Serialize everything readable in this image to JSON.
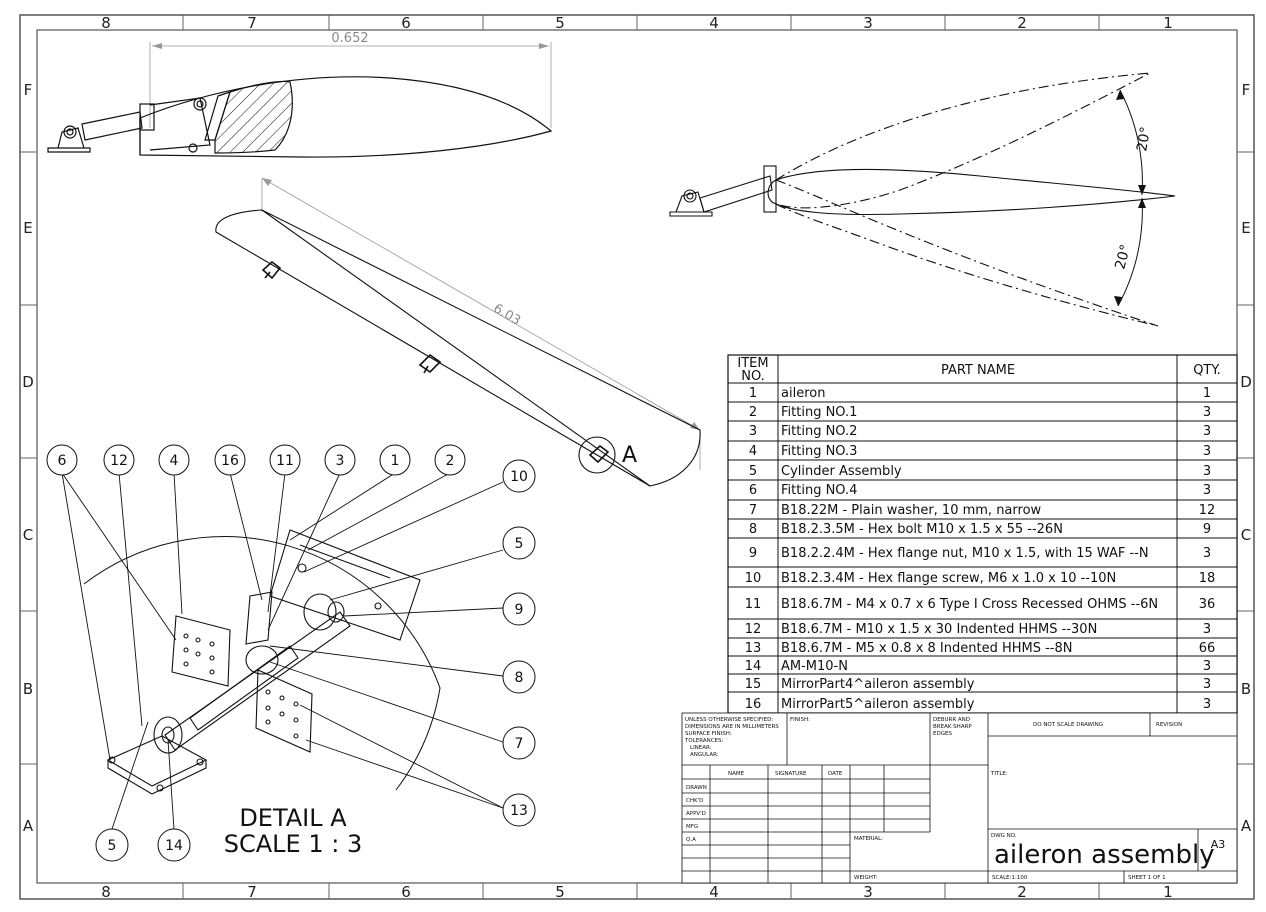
{
  "zones": {
    "columns": [
      "8",
      "7",
      "6",
      "5",
      "4",
      "3",
      "2",
      "1"
    ],
    "rows": [
      "F",
      "E",
      "D",
      "C",
      "B",
      "A"
    ]
  },
  "dimensions": {
    "chord": "0.652",
    "span": "6.03",
    "deflection_up": "20°",
    "deflection_down": "20°"
  },
  "detail": {
    "callout": "A",
    "title": "DETAIL A",
    "scale": "SCALE 1 : 3"
  },
  "balloons": [
    "6",
    "12",
    "4",
    "16",
    "11",
    "3",
    "1",
    "2",
    "10",
    "5",
    "9",
    "8",
    "7",
    "13",
    "5",
    "14"
  ],
  "bom": {
    "headers": {
      "item_line1": "ITEM",
      "item_line2": "NO.",
      "part": "PART NAME",
      "qty": "QTY."
    },
    "rows": [
      {
        "no": "1",
        "name": "aileron",
        "qty": "1"
      },
      {
        "no": "2",
        "name": "Fitting NO.1",
        "qty": "3"
      },
      {
        "no": "3",
        "name": "Fitting NO.2",
        "qty": "3"
      },
      {
        "no": "4",
        "name": "Fitting NO.3",
        "qty": "3"
      },
      {
        "no": "5",
        "name": "Cylinder Assembly",
        "qty": "3"
      },
      {
        "no": "6",
        "name": "Fitting NO.4",
        "qty": "3"
      },
      {
        "no": "7",
        "name": "B18.22M - Plain washer, 10 mm, narrow",
        "qty": "12"
      },
      {
        "no": "8",
        "name": "B18.2.3.5M - Hex bolt M10 x 1.5 x 55 --26N",
        "qty": "9"
      },
      {
        "no": "9",
        "name": "B18.2.2.4M - Hex flange nut, M10 x 1.5, with 15 WAF --N",
        "qty": "3"
      },
      {
        "no": "10",
        "name": "B18.2.3.4M - Hex flange screw, M6 x 1.0 x 10 --10N",
        "qty": "18"
      },
      {
        "no": "11",
        "name": "B18.6.7M - M4 x 0.7 x 6 Type I Cross Recessed OHMS --6N",
        "qty": "36"
      },
      {
        "no": "12",
        "name": "B18.6.7M - M10 x 1.5 x 30 Indented HHMS --30N",
        "qty": "3"
      },
      {
        "no": "13",
        "name": "B18.6.7M - M5 x 0.8 x 8 Indented HHMS --8N",
        "qty": "66"
      },
      {
        "no": "14",
        "name": "AM-M10-N",
        "qty": "3"
      },
      {
        "no": "15",
        "name": "MirrorPart4^aileron assembly",
        "qty": "3"
      },
      {
        "no": "16",
        "name": "MirrorPart5^aileron assembly",
        "qty": "3"
      }
    ]
  },
  "title_block": {
    "unless_lines": [
      "UNLESS OTHERWISE SPECIFIED:",
      "DIMENSIONS ARE IN MILLIMETERS",
      "SURFACE FINISH:",
      "TOLERANCES:",
      "LINEAR:",
      "ANGULAR:"
    ],
    "finish": "FINISH:",
    "deburr_lines": [
      "DEBURR AND",
      "BREAK SHARP",
      "EDGES"
    ],
    "do_not_scale": "DO NOT SCALE DRAWING",
    "revision": "REVISION",
    "name": "NAME",
    "signature": "SIGNATURE",
    "date": "DATE",
    "roles": [
      "DRAWN",
      "CHK'D",
      "APPV'D",
      "MFG",
      "Q.A"
    ],
    "title_label": "TITLE:",
    "material": "MATERIAL:",
    "weight": "WEIGHT:",
    "dwg_no_label": "DWG NO.",
    "dwg_no": "aileron assembly",
    "size": "A3",
    "scale": "SCALE:1:100",
    "sheet": "SHEET 1 OF 1"
  }
}
